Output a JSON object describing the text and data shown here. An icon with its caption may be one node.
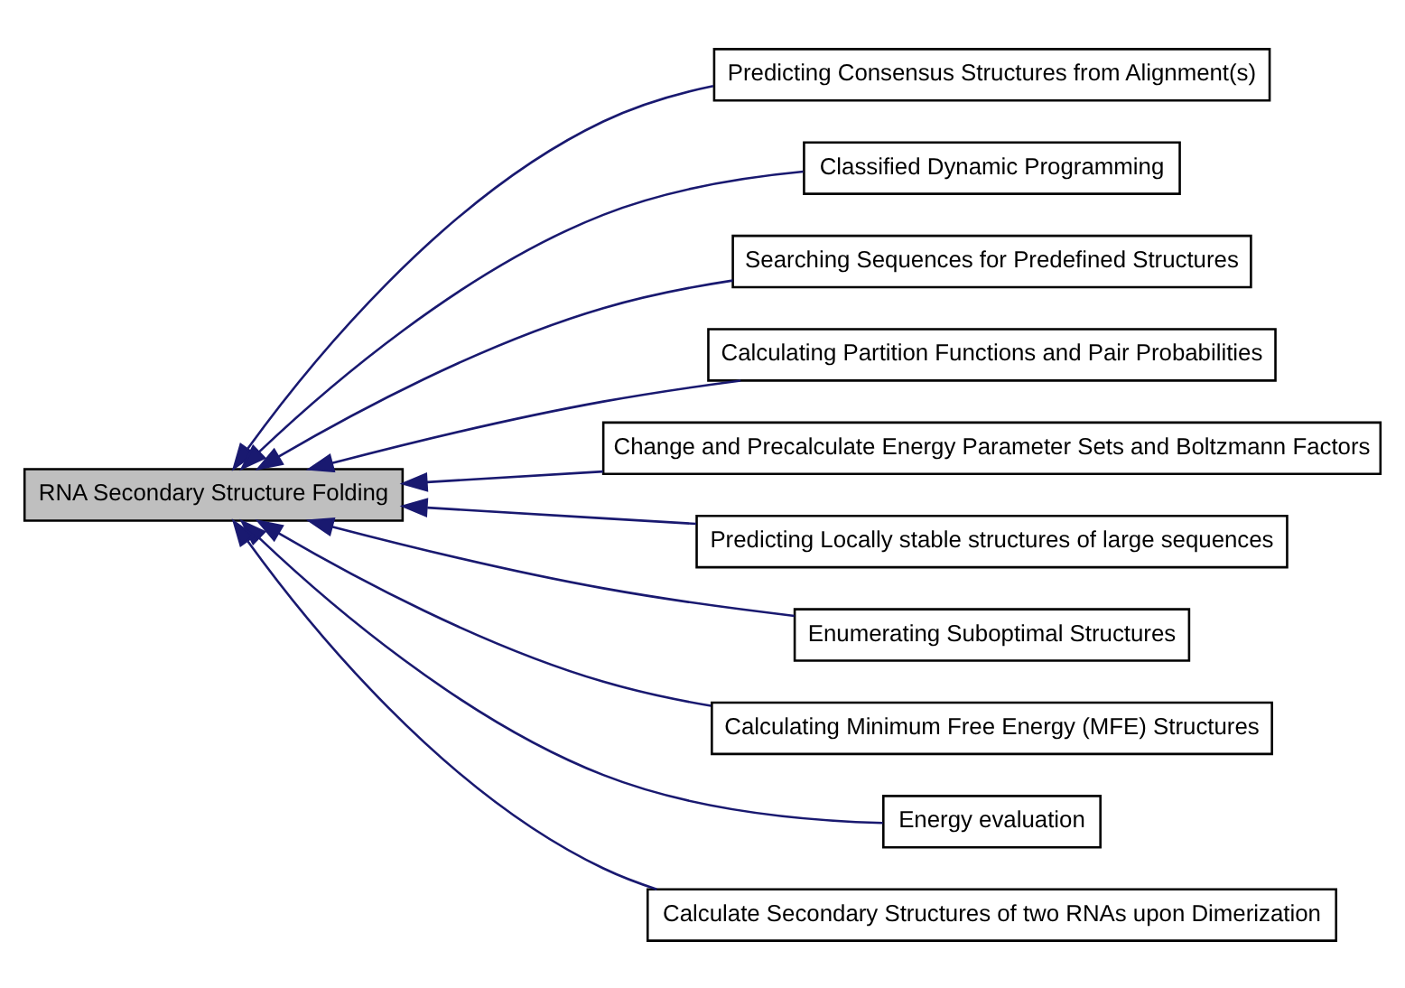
{
  "diagram": {
    "nodes": [
      {
        "text": [
          "RNA Secondary Structure Folding"
        ]
      },
      {
        "text": [
          "Predicting Consensus Structures from Alignment(s)"
        ]
      },
      {
        "text": [
          "Classified Dynamic Programming"
        ]
      },
      {
        "text": [
          "Searching Sequences for Predefined Structures"
        ]
      },
      {
        "text": [
          "Calculating Partition Functions and Pair Probabilities"
        ]
      },
      {
        "text": [
          "Change and Precalculate Energy Parameter Sets and Boltzmann Factors"
        ]
      },
      {
        "text": [
          "Predicting Locally stable structures of large sequences"
        ]
      },
      {
        "text": [
          "Enumerating Suboptimal Structures"
        ]
      },
      {
        "text": [
          "Calculating Minimum Free Energy (MFE) Structures"
        ]
      },
      {
        "text": [
          "Energy evaluation"
        ]
      },
      {
        "text": [
          "Calculate Secondary Structures of two RNAs upon Dimerization"
        ]
      }
    ],
    "edges": [
      {
        "from": 1,
        "to": 0,
        "arrow": "to"
      },
      {
        "from": 2,
        "to": 0,
        "arrow": "to"
      },
      {
        "from": 3,
        "to": 0,
        "arrow": "to"
      },
      {
        "from": 4,
        "to": 0,
        "arrow": "to"
      },
      {
        "from": 5,
        "to": 0,
        "arrow": "to"
      },
      {
        "from": 6,
        "to": 0,
        "arrow": "to"
      },
      {
        "from": 7,
        "to": 0,
        "arrow": "to"
      },
      {
        "from": 8,
        "to": 0,
        "arrow": "to"
      },
      {
        "from": 9,
        "to": 0,
        "arrow": "to"
      },
      {
        "from": 10,
        "to": 0,
        "arrow": "to"
      }
    ]
  }
}
